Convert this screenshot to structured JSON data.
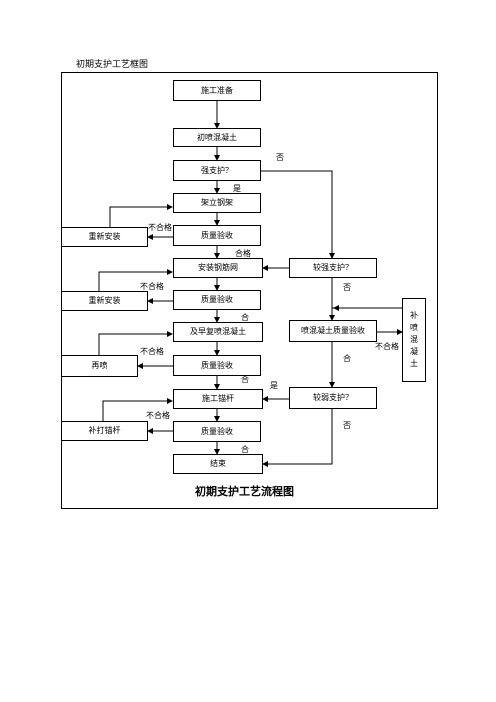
{
  "header": {
    "title": "初期支护工艺框图"
  },
  "diagram": {
    "title": "初期支护工艺流程图",
    "nodes": {
      "prepare": "施工准备",
      "initial_spray": "初喷混凝土",
      "strong_support": "强支护？",
      "erect_frame": "架立钢架",
      "frame_inspection": "质量验收",
      "reinstall_frame": "重新安装",
      "install_mesh": "安装钢筋网",
      "mesh_inspection": "质量验收",
      "reinstall_mesh": "重新安装",
      "respray": "及早复喷混凝土",
      "respray_inspection": "质量验收",
      "spray_again": "再喷",
      "construct_bolt": "施工锚杆",
      "bolt_inspection": "质量验收",
      "add_bolt": "补打锚杆",
      "end": "结束",
      "medium_support": "较强支护？",
      "shotcrete_inspection": "喷混凝土质量验收",
      "weak_support": "较弱支护？",
      "supplement_spray": "补喷混凝土"
    },
    "edge_labels": {
      "no_strong": "否",
      "yes_strong": "是",
      "fail_frame": "不合格",
      "pass_frame": "合格",
      "fail_mesh": "不合格",
      "pass_mesh": "合",
      "fail_respray": "不合格",
      "pass_respray": "合",
      "yes_weak": "是",
      "fail_bolt": "不合格",
      "pass_bolt": "合",
      "no_medium": "否",
      "fail_shotcrete": "不合格",
      "pass_shotcrete": "合",
      "no_weak": "否"
    }
  }
}
